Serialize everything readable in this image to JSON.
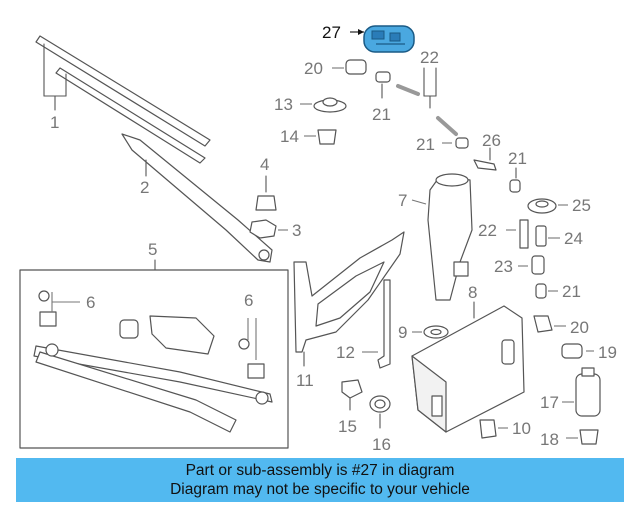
{
  "callouts": {
    "c27": "27",
    "c20a": "20",
    "c22": "22",
    "c21a": "21",
    "c13": "13",
    "c14": "14",
    "c1": "1",
    "c2": "2",
    "c4": "4",
    "c3": "3",
    "c21b": "21",
    "c26": "26",
    "c21c": "21",
    "c7": "7",
    "c25": "25",
    "c22b": "22",
    "c24": "24",
    "c5": "5",
    "c23": "23",
    "c6a": "6",
    "c6b": "6",
    "c21d": "21",
    "c8": "8",
    "c20b": "20",
    "c9": "9",
    "c12": "12",
    "c19": "19",
    "c11": "11",
    "c17": "17",
    "c15": "15",
    "c10": "10",
    "c16": "16",
    "c18": "18"
  },
  "colors": {
    "highlight_part": "#4aa8e0",
    "banner_bg": "#52b9f0"
  },
  "banner": {
    "line1": "Part or sub-assembly is #27 in diagram",
    "line2": "Diagram may not be specific to your vehicle"
  }
}
